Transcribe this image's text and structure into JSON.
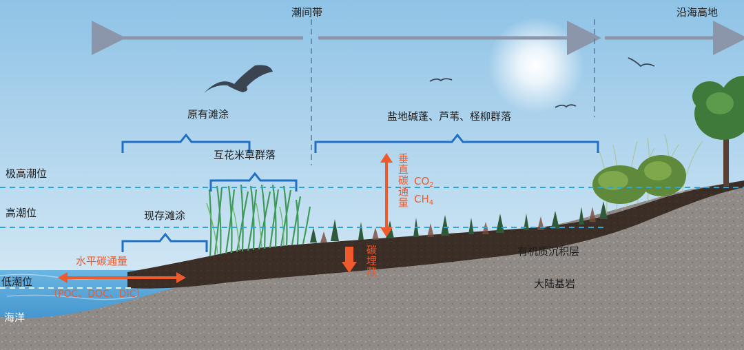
{
  "zones": {
    "intertidal": "潮间带",
    "coastal_upland": "沿海高地"
  },
  "habitats": {
    "original_flat": "原有滩涂",
    "saltmarsh": "盐地碱蓬、芦苇、柽柳群落",
    "spartina": "互花米草群落",
    "current_flat": "现存滩涂"
  },
  "tide_levels": {
    "extreme_high": "极高潮位",
    "high": "高潮位",
    "low": "低潮位",
    "sea": "海洋"
  },
  "fluxes": {
    "horizontal": "水平碳通量",
    "horizontal_detail": "（POC、DOC、DIC）",
    "vertical": "垂直碳通量",
    "co2_main": "CO",
    "co2_sub": "2",
    "ch4_main": "CH",
    "ch4_sub": "4",
    "burial": "碳埋藏"
  },
  "layers": {
    "organic": "有机质沉积层",
    "bedrock": "大陆基岩"
  },
  "colors": {
    "sky_top": "#8fc3e6",
    "sky_bottom": "#ddeef8",
    "arrow_gray": "#8c96aa",
    "bracket_blue": "#1f6fc2",
    "tide_line": "#2aa7d6",
    "flux_red": "#ee5a2c",
    "organic_layer": "#3a2d24",
    "bedrock": "#8d8884",
    "sea": "#3f9ad4"
  }
}
